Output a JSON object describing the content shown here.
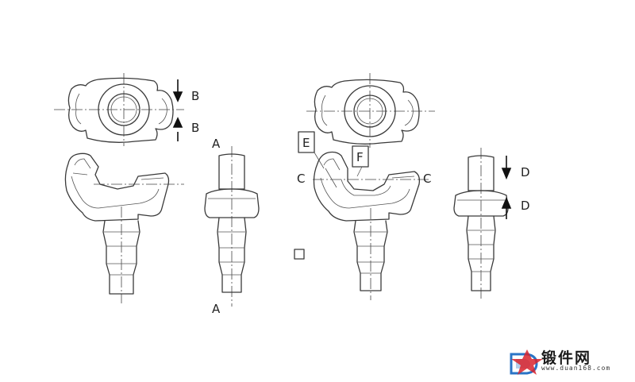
{
  "labels": {
    "a_top": "A",
    "a_bottom": "A",
    "b_top": "B",
    "b_bottom": "B",
    "c_left": "C",
    "c_right": "C",
    "d_top": "D",
    "d_bottom": "D",
    "e_box": "E",
    "f_box": "F"
  },
  "watermark": {
    "name": "锻件网",
    "url": "www.duan168.com"
  },
  "colors": {
    "line": "#3a3a3a",
    "logo_red": "#d9232d",
    "logo_blue": "#2a74c6"
  }
}
